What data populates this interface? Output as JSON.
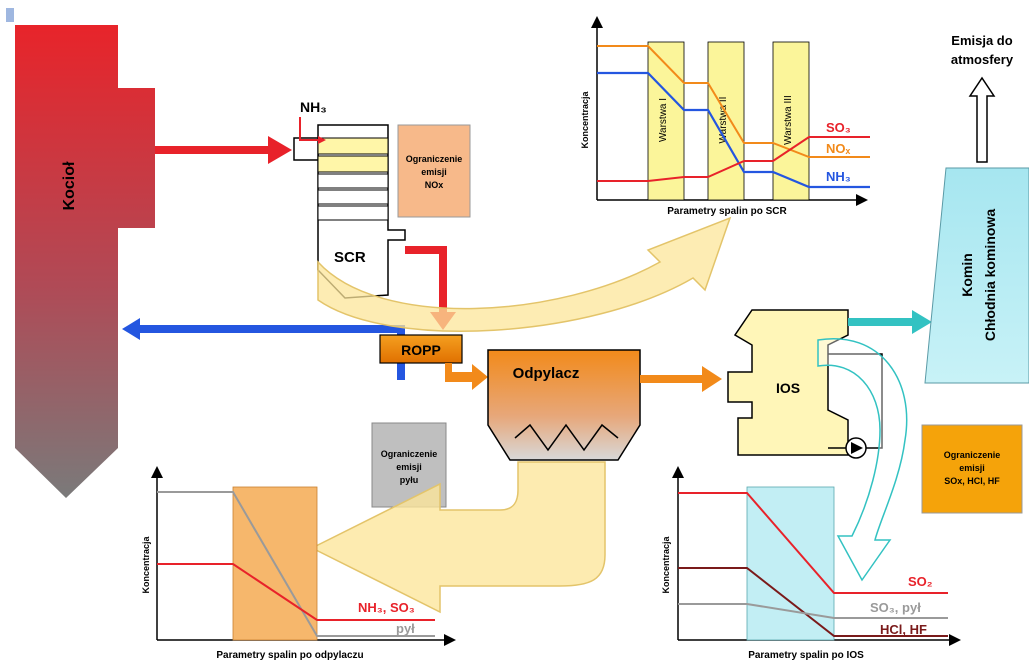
{
  "labels": {
    "boiler": "Kocioł",
    "nh3_inlet": "NH₃",
    "scr": "SCR",
    "scr_box": [
      "Ograniczenie",
      "emisji",
      "NOx"
    ],
    "ropp": "ROPP",
    "dust_collector": "Odpylacz",
    "dust_box": [
      "Ograniczenie",
      "emisji",
      "pyłu"
    ],
    "ios": "IOS",
    "ios_box": [
      "Ograniczenie",
      "emisji",
      "SOx, HCl, HF"
    ],
    "stack": [
      "Komin",
      "Chłodnia kominowa"
    ],
    "emission": [
      "Emisja do",
      "atmosfery"
    ]
  },
  "colors": {
    "boiler_top": "#e8242a",
    "boiler_bottom": "#808080",
    "red": "#e8222a",
    "blue": "#2456e0",
    "orange": "#f28a1a",
    "teal": "#33c2c2",
    "scr_box": "#f7b98a",
    "dust_box": "#bfbfbf",
    "ios_box": "#f5a30a",
    "stack_fill": "#b6ecf4"
  },
  "chart_data": [
    {
      "type": "line",
      "title": "",
      "xlabel": "Parametry spalin po SCR",
      "ylabel": "Koncentracja",
      "bands": [
        "Warstwa I",
        "Warstwa II",
        "Warstwa III"
      ],
      "series": [
        {
          "name": "SO₃",
          "color": "#e8222a"
        },
        {
          "name": "NOₓ",
          "color": "#f28a1a"
        },
        {
          "name": "NH₃",
          "color": "#2456e0"
        }
      ]
    },
    {
      "type": "line",
      "title": "",
      "xlabel": "Parametry spalin po odpylaczu",
      "ylabel": "Koncentracja",
      "series": [
        {
          "name": "NH₃, SO₃",
          "color": "#e8222a"
        },
        {
          "name": "pył",
          "color": "#9a9a9a"
        }
      ]
    },
    {
      "type": "line",
      "title": "",
      "xlabel": "Parametry spalin po IOS",
      "ylabel": "Koncentracja",
      "series": [
        {
          "name": "SO₂",
          "color": "#e8222a"
        },
        {
          "name": "SO₃, pył",
          "color": "#9a9a9a"
        },
        {
          "name": "HCl, HF",
          "color": "#7a1a1a"
        }
      ]
    }
  ]
}
